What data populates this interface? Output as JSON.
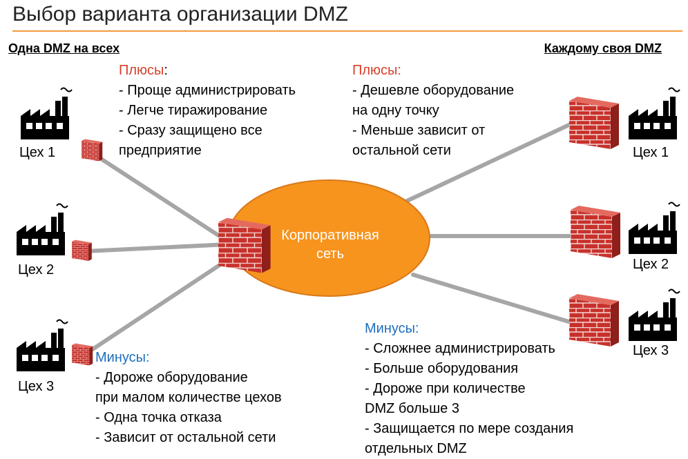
{
  "title": "Выбор варианта организации DMZ",
  "left_heading": "Одна DMZ на всех",
  "right_heading": "Каждому своя DMZ",
  "network_label_line1": "Корпоративная",
  "network_label_line2": "сеть",
  "left_shops": [
    "Цех 1",
    "Цех 2",
    "Цех 3"
  ],
  "right_shops": [
    "Цех 1",
    "Цех 2",
    "Цех 3"
  ],
  "left_pros": {
    "heading": "Плюсы",
    "heading_suffix": ":",
    "lines": [
      "-  Проще администрировать",
      "-   Легче тиражирование",
      "-   Сразу защищено все",
      "предприятие"
    ]
  },
  "left_cons": {
    "heading": "Минусы:",
    "lines": [
      "-   Дороже оборудование",
      "при малом количестве цехов",
      "-   Одна точка отказа",
      "-   Зависит от остальной сети"
    ]
  },
  "right_pros": {
    "heading": "Плюсы:",
    "lines": [
      "-   Дешевле оборудование",
      "на одну точку",
      "- Меньше зависит от",
      "остальной сети"
    ]
  },
  "right_cons": {
    "heading": "Минусы:",
    "lines": [
      "- Сложнее администрировать",
      "-   Больше оборудования",
      "-   Дороже  при количестве",
      "DMZ больше 3",
      "-   Защищается по мере создания",
      "отдельных DMZ"
    ]
  },
  "colors": {
    "accent_orange": "#f7941d",
    "firewall_red": "#c8312b",
    "pros_red": "#d6402b",
    "cons_blue": "#1f6fbf",
    "link_gray": "#a6a6a6"
  },
  "icons": [
    "factory-icon",
    "firewall-icon"
  ]
}
